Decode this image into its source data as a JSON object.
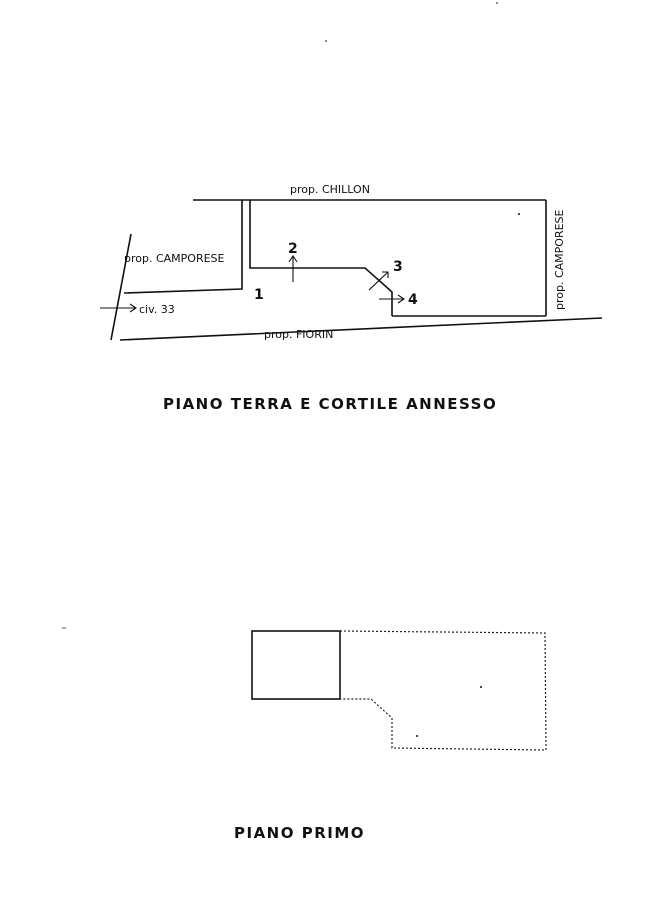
{
  "ground_floor": {
    "labels": {
      "north": "prop. CHILLON",
      "west": "prop. CAMPORESE",
      "east": "prop. CAMPORESE",
      "south": "prop. FIORIN",
      "address": "civ. 33"
    },
    "points": [
      "1",
      "2",
      "3",
      "4"
    ],
    "caption": "PIANO TERRA E CORTILE ANNESSO"
  },
  "first_floor": {
    "caption": "PIANO PRIMO"
  }
}
